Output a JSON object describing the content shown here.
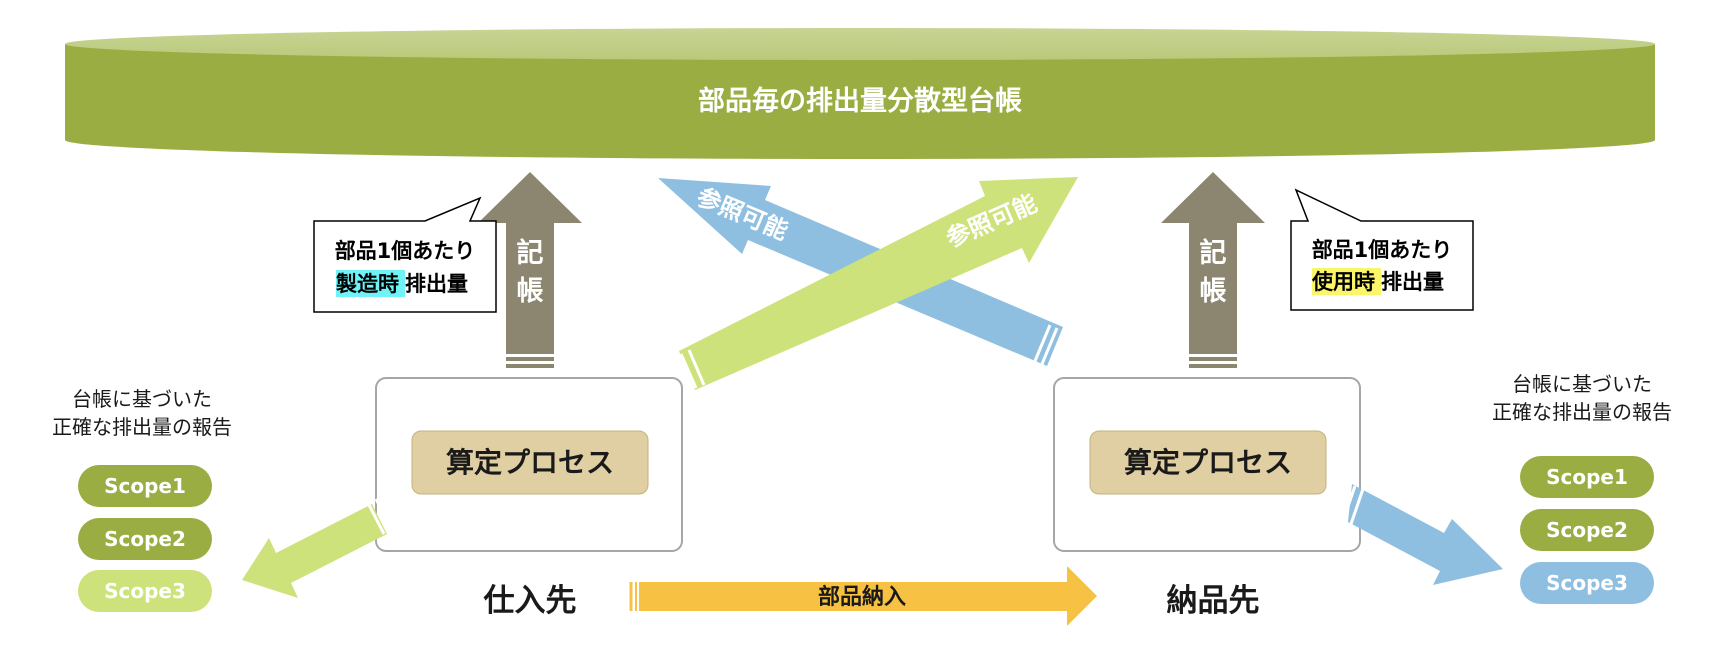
{
  "ledger": {
    "title": "部品毎の排出量分散型台帳"
  },
  "supplier": {
    "process_label": "算定プロセス",
    "name": "仕入先",
    "record_label": [
      "記",
      "帳"
    ],
    "callout": {
      "line1": "部品1個あたり",
      "line2_highlight": "製造時",
      "line2_rest": "排出量"
    },
    "report": {
      "line1": "台帳に基づいた",
      "line2": "正確な排出量の報告"
    },
    "scopes": [
      "Scope1",
      "Scope2",
      "Scope3"
    ]
  },
  "customer": {
    "process_label": "算定プロセス",
    "name": "納品先",
    "record_label": [
      "記",
      "帳"
    ],
    "callout": {
      "line1": "部品1個あたり",
      "line2_highlight": "使用時",
      "line2_rest": "排出量"
    },
    "report": {
      "line1": "台帳に基づいた",
      "line2": "正確な排出量の報告"
    },
    "scopes": [
      "Scope1",
      "Scope2",
      "Scope3"
    ]
  },
  "reference": {
    "blue_label": "参照可能",
    "green_label": "参照可能"
  },
  "delivery": {
    "label": "部品納入"
  },
  "colors": {
    "olive": "#99ad42",
    "olive_top": "#c2cf88",
    "lime": "#cde27a",
    "blue": "#8fbfe0",
    "taupe": "#8c8670",
    "orange": "#f7c243",
    "process_fill": "#e0cfa3",
    "highlight_cyan": "#6ff3f7",
    "highlight_yellow": "#fbf569"
  }
}
